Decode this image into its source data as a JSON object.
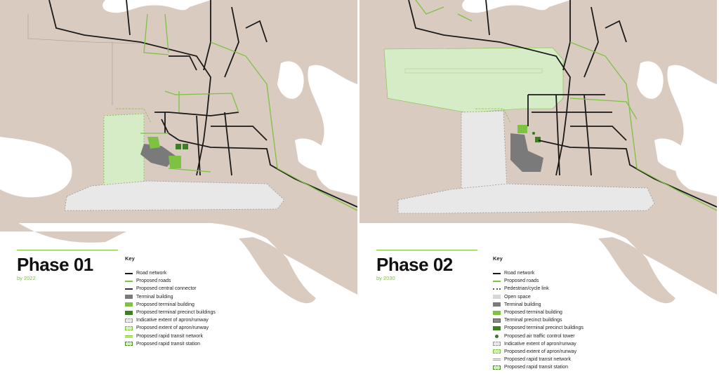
{
  "colors": {
    "land": "#d9cbc0",
    "sea": "#ffffff",
    "green": "#7dc242",
    "light_green": "#d6ecc6",
    "apron": "#e8e8e8",
    "terminal": "#7a7a7a",
    "road": "#1a1a1a"
  },
  "phase1": {
    "title": "Phase 01",
    "subtitle": "by 2022",
    "key_title": "Key",
    "key": [
      {
        "label": "Road network",
        "icon": "road"
      },
      {
        "label": "Proposed roads",
        "icon": "proad"
      },
      {
        "label": "Proposed central connector",
        "icon": "conn"
      },
      {
        "label": "Terminal building",
        "icon": "term"
      },
      {
        "label": "Proposed terminal building",
        "icon": "pterm"
      },
      {
        "label": "Proposed terminal precinct buildings",
        "icon": "pprec"
      },
      {
        "label": "Indicative extent of apron/runway",
        "icon": "ind"
      },
      {
        "label": "Proposed extent of apron/runway",
        "icon": "pext"
      },
      {
        "label": "Proposed rapid transit network",
        "icon": "rtn"
      },
      {
        "label": "Proposed rapid transit station",
        "icon": "rts"
      }
    ]
  },
  "phase2": {
    "title": "Phase 02",
    "subtitle": "by 2030",
    "key_title": "Key",
    "key": [
      {
        "label": "Road network",
        "icon": "road"
      },
      {
        "label": "Proposed roads",
        "icon": "proad"
      },
      {
        "label": "Pedestrian/cycle link",
        "icon": "ped"
      },
      {
        "label": "Open space",
        "icon": "open"
      },
      {
        "label": "Terminal building",
        "icon": "term"
      },
      {
        "label": "Proposed terminal building",
        "icon": "pterm"
      },
      {
        "label": "Terminal precinct buildings",
        "icon": "prec"
      },
      {
        "label": "Proposed terminal precinct buildings",
        "icon": "pprec"
      },
      {
        "label": "Proposed air traffic control tower",
        "icon": "atc"
      },
      {
        "label": "Indicative extent of apron/runway",
        "icon": "ind"
      },
      {
        "label": "Proposed extent of apron/runway",
        "icon": "pext"
      },
      {
        "label": "Proposed rapid transit network",
        "icon": "rtn"
      },
      {
        "label": "Proposed rapid transit station",
        "icon": "rts"
      }
    ]
  }
}
